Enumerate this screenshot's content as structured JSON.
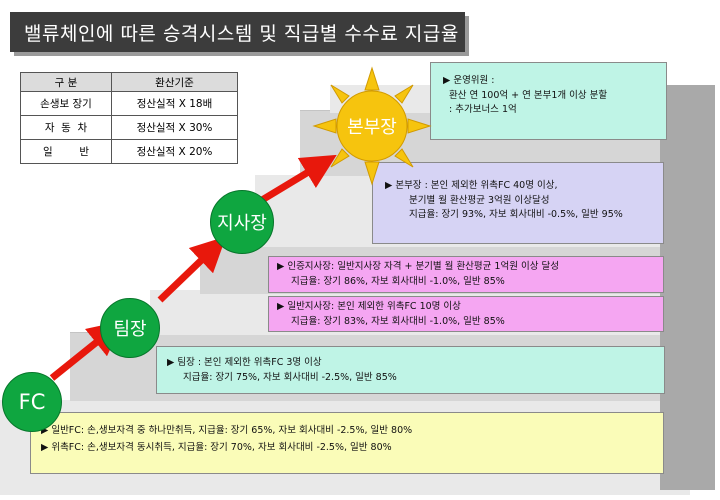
{
  "title": "밸류체인에 따른 승격시스템 및 직급별 수수료 지급율",
  "conversion_table": {
    "headers": [
      "구 분",
      "환산기준"
    ],
    "rows": [
      [
        "손생보 장기",
        "정산실적 X 18배"
      ],
      [
        "자  동  차",
        "정산실적 X 30%"
      ],
      [
        "일        반",
        "정산실적 X 20%"
      ]
    ]
  },
  "ranks": {
    "fc": "FC",
    "team": "팀장",
    "branch": "지사장",
    "hq": "본부장"
  },
  "boxes": {
    "operator": [
      "▶ 운영위원 :",
      "환산 연 100억 + 연 본부1개 이상 분할",
      ": 추가보너스 1억"
    ],
    "hq_head": [
      "▶ 본부장 : 본인 제외한 위촉FC 40명 이상,",
      "분기별 월 환산평균 3억원 이상달성",
      "지급율: 장기 93%, 자보 회사대비 -0.5%, 일반 95%"
    ],
    "cert_branch": [
      "▶ 인증지사장: 일반지사장 자격 + 분기별 월 환산평균 1억원 이상 달성",
      "지급율: 장기 86%, 자보 회사대비 -1.0%, 일반 85%"
    ],
    "gen_branch": [
      "▶ 일반지사장: 본인 제외한 위촉FC 10명 이상",
      "지급율: 장기 83%, 자보 회사대비 -1.0%, 일반 85%"
    ],
    "team_lead": [
      "▶ 팀장 : 본인 제외한 위촉FC 3명 이상",
      "지급율: 장기 75%, 자보 회사대비 -2.5%, 일반 85%"
    ],
    "fc_box": [
      "▶ 일반FC: 손,생보자격 중 하나만취득, 지급율: 장기 65%, 자보 회사대비 -2.5%, 일반 80%",
      "▶ 위촉FC: 손,생보자격 동시취득,  지급율: 장기 70%, 자보 회사대비 -2.5%, 일반 80%"
    ]
  },
  "colors": {
    "title_bg": "#3c3c3c",
    "circle_green": "#0fa640",
    "sun_yellow": "#f6c40e",
    "arrow_red": "#e8180c",
    "mint": "#bff4e6",
    "lavender": "#d6d3f4",
    "pink": "#f5a6f2",
    "yellow": "#fafcb8"
  }
}
